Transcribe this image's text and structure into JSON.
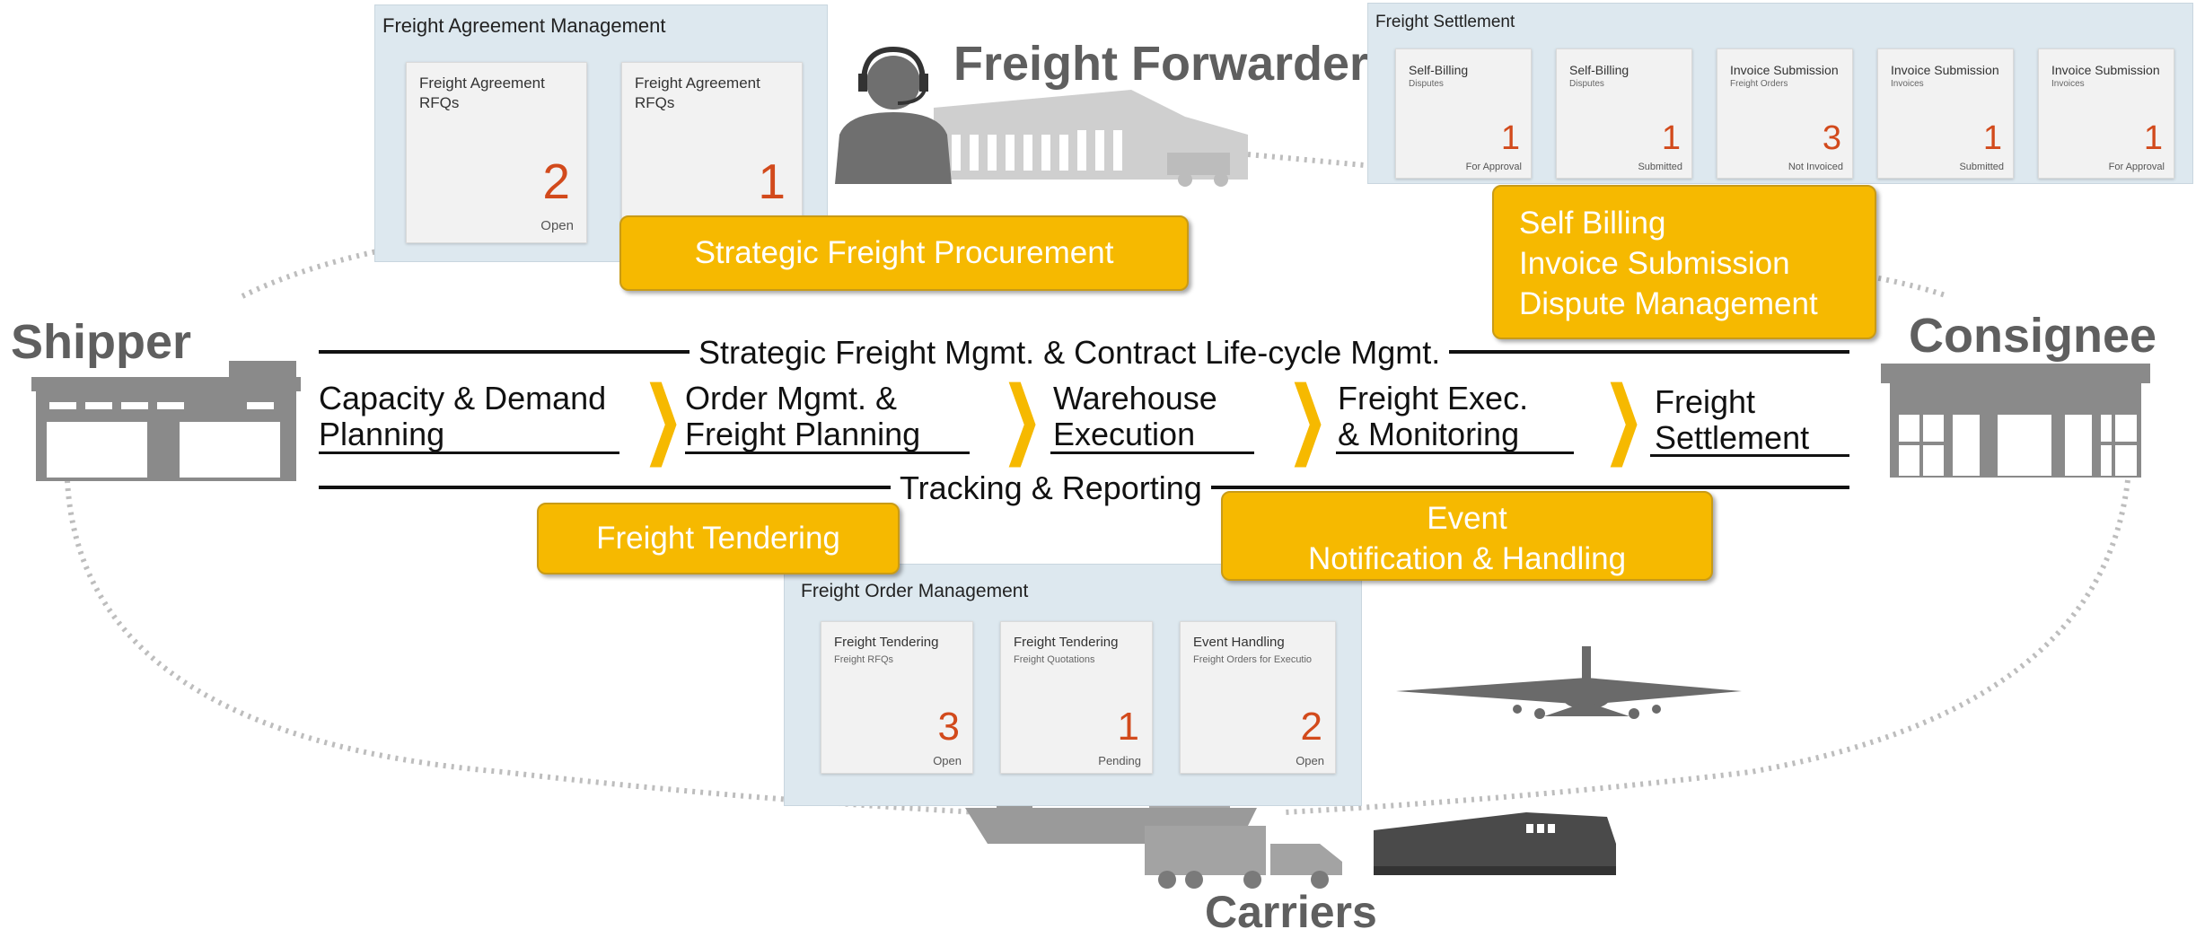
{
  "roles": {
    "freight_forwarder": "Freight Forwarder",
    "shipper": "Shipper",
    "consignee": "Consignee",
    "carriers": "Carriers"
  },
  "freight_agreement_panel": {
    "title": "Freight Agreement Management",
    "tiles": [
      {
        "title": "Freight Agreement RFQs",
        "subtitle": "",
        "value": "2",
        "status": "Open"
      },
      {
        "title": "Freight Agreement RFQs",
        "subtitle": "",
        "value": "1",
        "status": ""
      }
    ]
  },
  "freight_settlement_panel": {
    "title": "Freight Settlement",
    "tiles": [
      {
        "title": "Self-Billing",
        "subtitle": "Disputes",
        "value": "1",
        "status": "For Approval"
      },
      {
        "title": "Self-Billing",
        "subtitle": "Disputes",
        "value": "1",
        "status": "Submitted"
      },
      {
        "title": "Invoice Submission",
        "subtitle": "Freight Orders",
        "value": "3",
        "status": "Not Invoiced"
      },
      {
        "title": "Invoice Submission",
        "subtitle": "Invoices",
        "value": "1",
        "status": "Submitted"
      },
      {
        "title": "Invoice Submission",
        "subtitle": "Invoices",
        "value": "1",
        "status": "For Approval"
      }
    ]
  },
  "freight_order_panel": {
    "title": "Freight Order Management",
    "tiles": [
      {
        "title": "Freight Tendering",
        "subtitle": "Freight RFQs",
        "value": "3",
        "status": "Open"
      },
      {
        "title": "Freight Tendering",
        "subtitle": "Freight Quotations",
        "value": "1",
        "status": "Pending"
      },
      {
        "title": "Event Handling",
        "subtitle": "Freight Orders for Executio",
        "value": "2",
        "status": "Open"
      }
    ]
  },
  "callouts": {
    "strategic_procurement": "Strategic Freight Procurement",
    "settlement": [
      "Self Billing",
      "Invoice Submission",
      "Dispute Management"
    ],
    "tendering": "Freight Tendering",
    "event": [
      "Event",
      "Notification & Handling"
    ]
  },
  "process": {
    "top_band": "Strategic Freight Mgmt. & Contract Life-cycle Mgmt.",
    "bottom_band": "Tracking & Reporting",
    "phases": [
      [
        "Capacity & Demand",
        "Planning"
      ],
      [
        "Order Mgmt. &",
        "Freight Planning"
      ],
      [
        "Warehouse",
        "Execution"
      ],
      [
        "Freight Exec.",
        "& Monitoring"
      ],
      [
        "Freight",
        "Settlement"
      ]
    ]
  },
  "icons": [
    "headset-person-icon",
    "warehouse-icon",
    "shipper-building-icon",
    "consignee-building-icon",
    "airplane-icon",
    "ship-icon",
    "truck-icon",
    "train-icon"
  ],
  "colors": {
    "accent": "#f6b900",
    "number": "#d24a1c",
    "panel_bg": "#dde8ef",
    "icon_gray": "#8a8a8a"
  }
}
